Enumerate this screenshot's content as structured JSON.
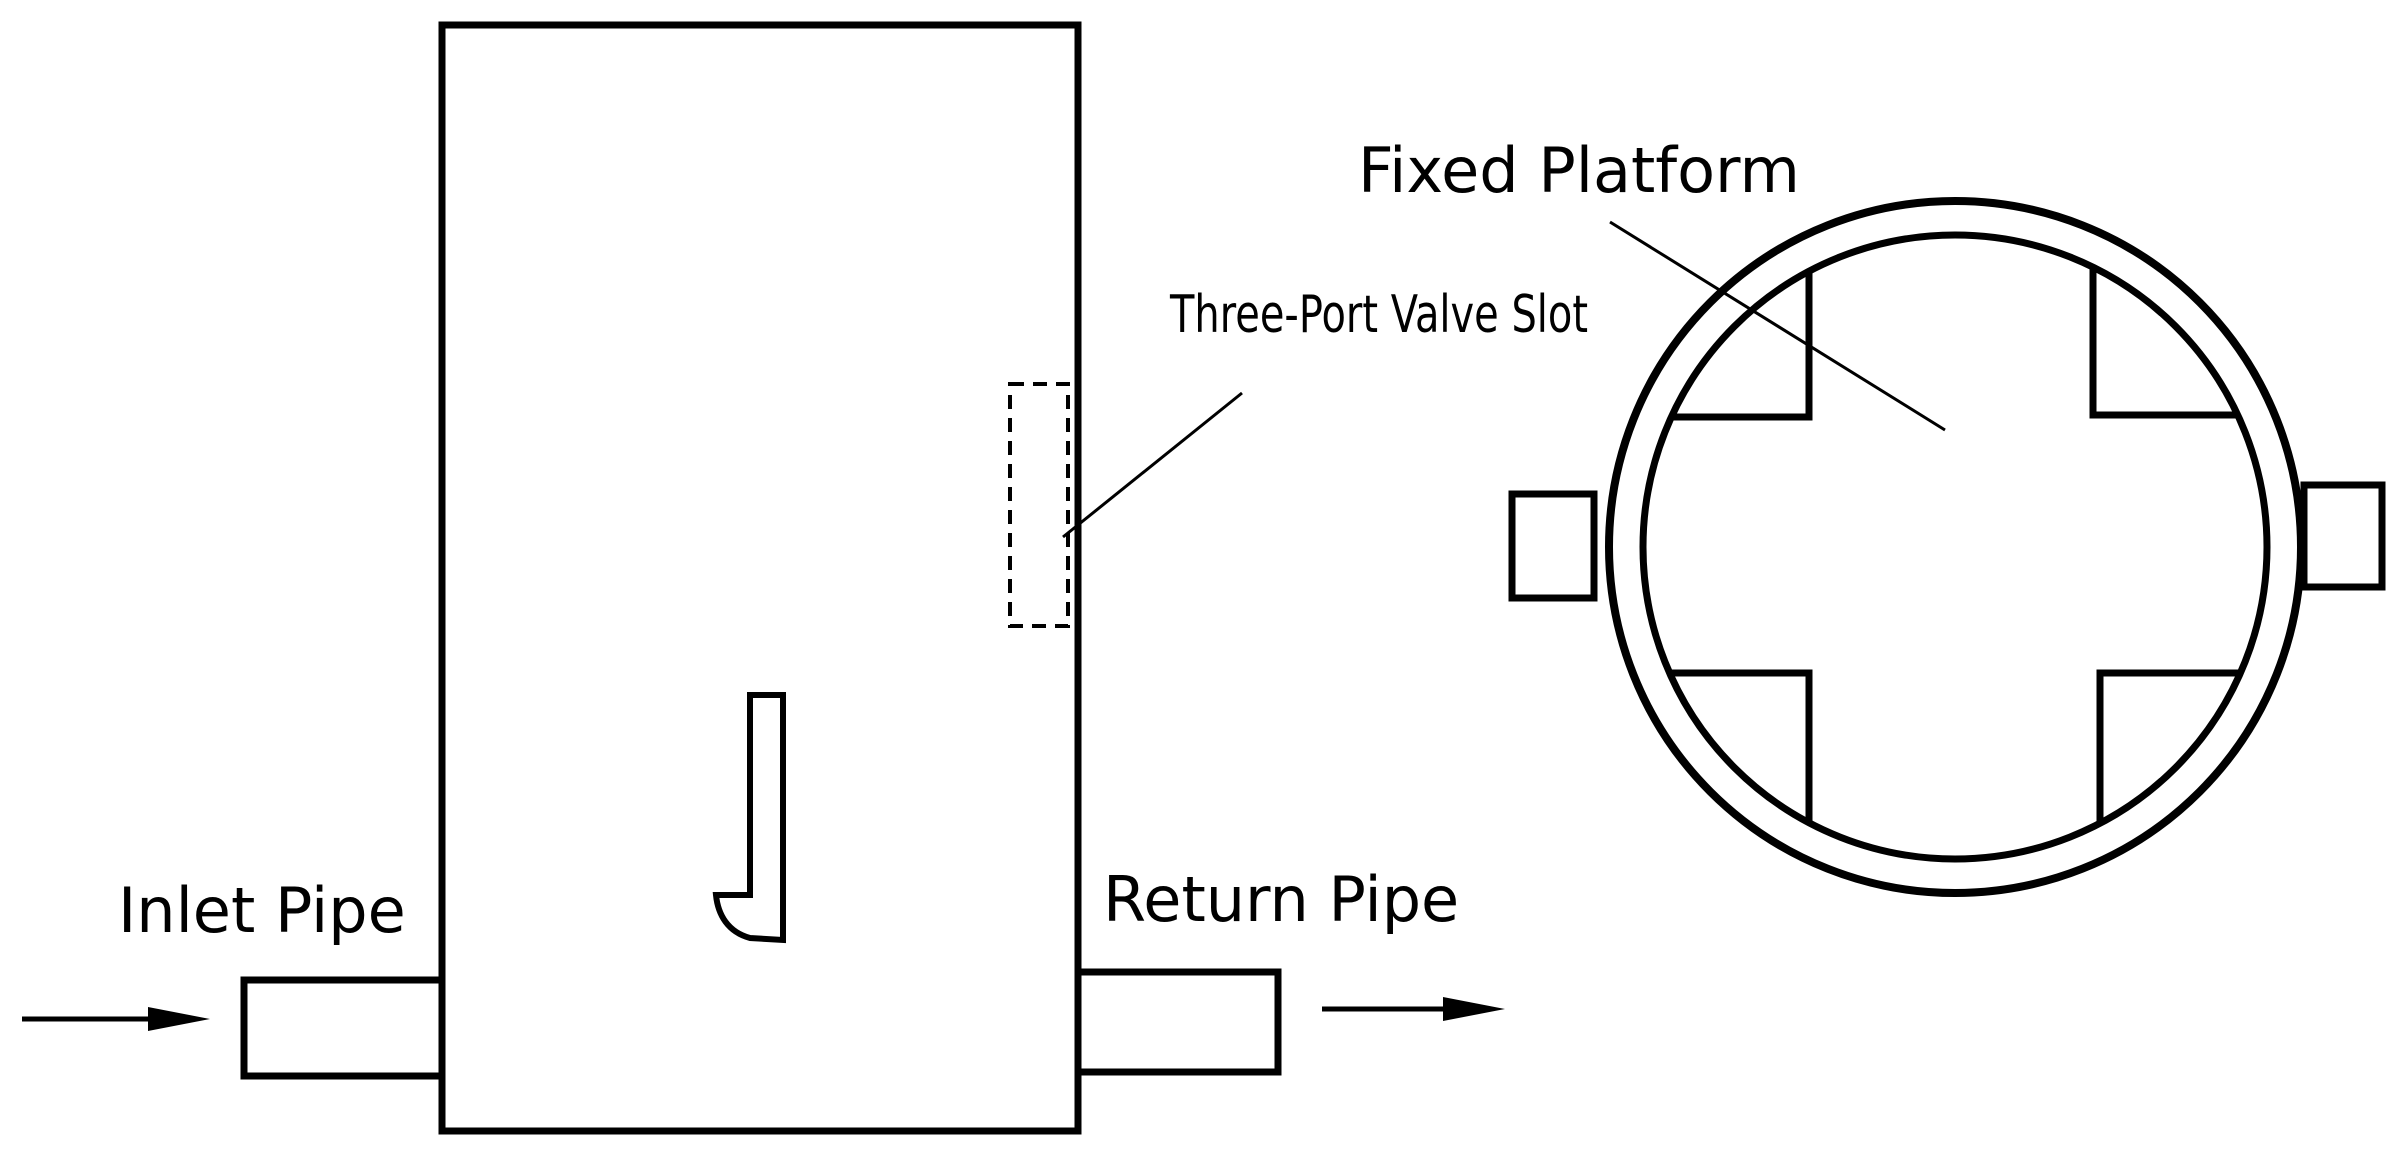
{
  "labels": {
    "inlet_pipe": "Inlet Pipe",
    "return_pipe": "Return Pipe",
    "three_port_valve_slot": "Three-Port Valve Slot",
    "fixed_platform": "Fixed Platform"
  },
  "colors": {
    "stroke": "#000000",
    "background": "#ffffff"
  }
}
